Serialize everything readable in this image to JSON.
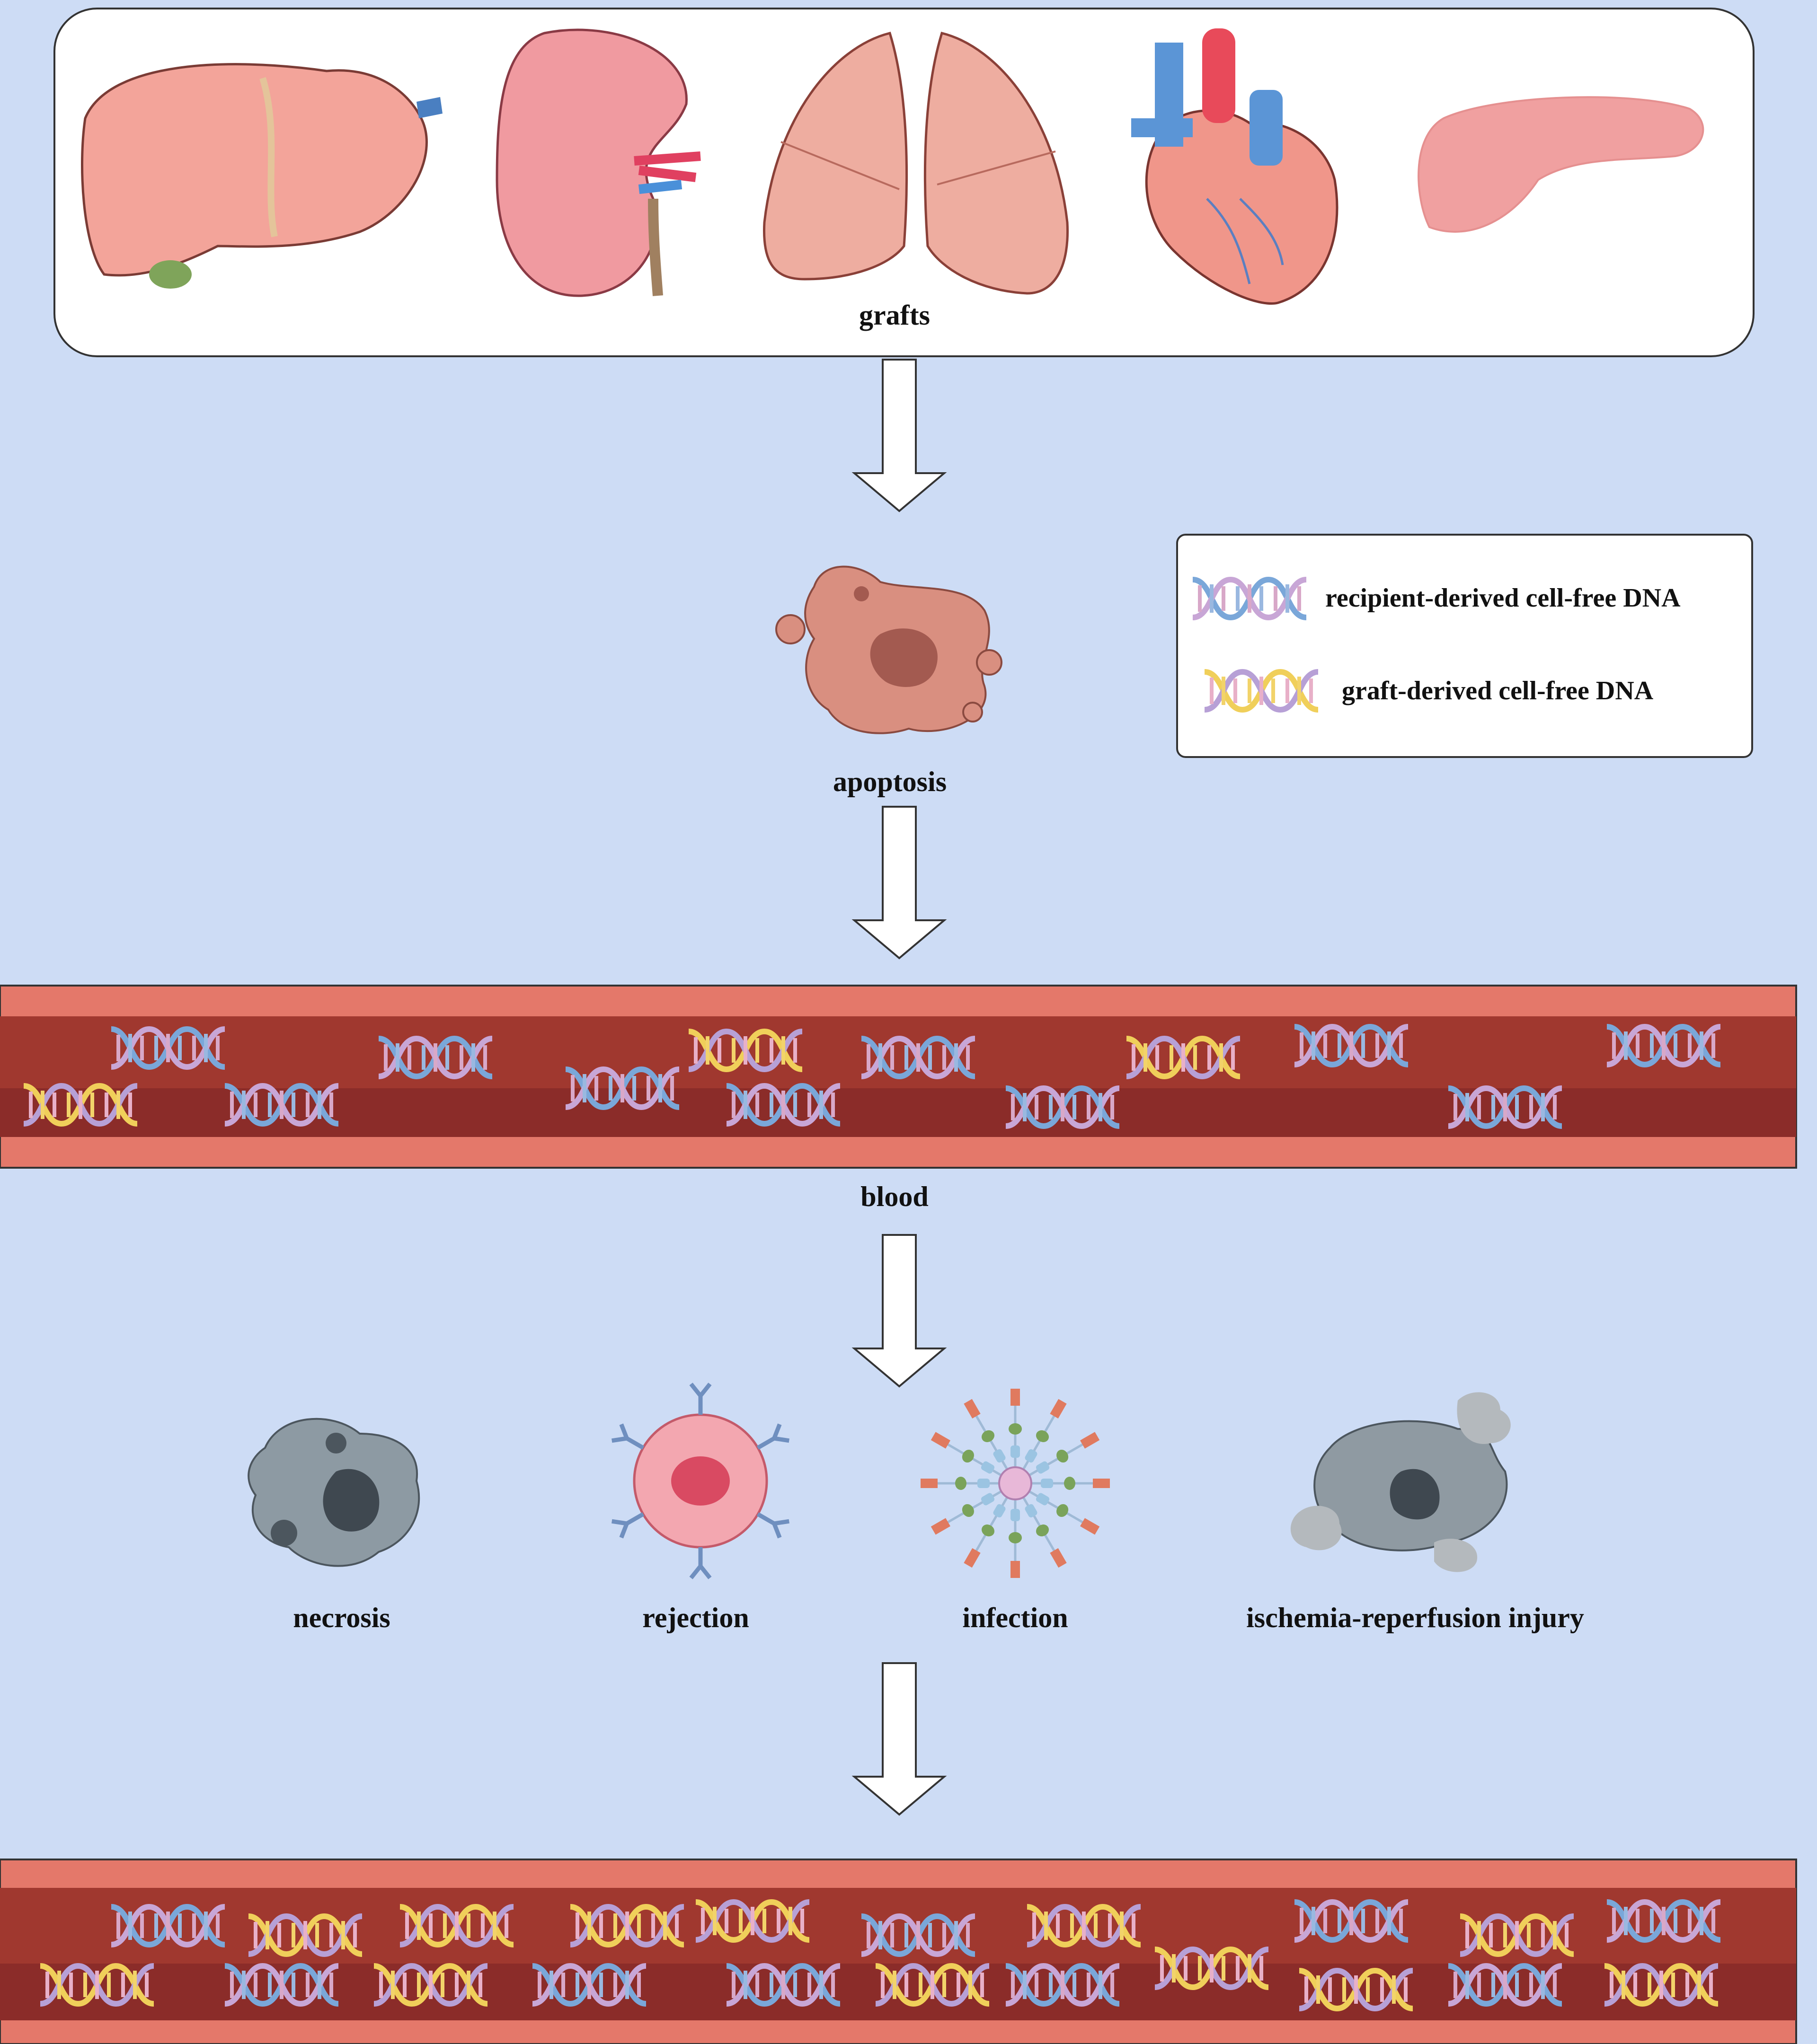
{
  "labels": {
    "grafts": "grafts",
    "apoptosis": "apoptosis",
    "blood": "blood",
    "necrosis": "necrosis",
    "rejection": "rejection",
    "infection": "infection",
    "ischemia": "ischemia-reperfusion injury"
  },
  "legend": {
    "recipient": "recipient-derived cell-free DNA",
    "graft": "graft-derived cell-free DNA"
  },
  "organs": [
    "liver-icon",
    "kidney-icon",
    "lung-icon",
    "heart-icon",
    "pancreas-icon"
  ],
  "colors": {
    "background": "#cddcf5",
    "vessel_wall": "#e4786a",
    "vessel_lumen": "#a0382f",
    "recipient_dna": [
      "#7aa7d9",
      "#c8a6d6"
    ],
    "graft_dna": [
      "#f0cf5a",
      "#b7a0d6"
    ]
  }
}
